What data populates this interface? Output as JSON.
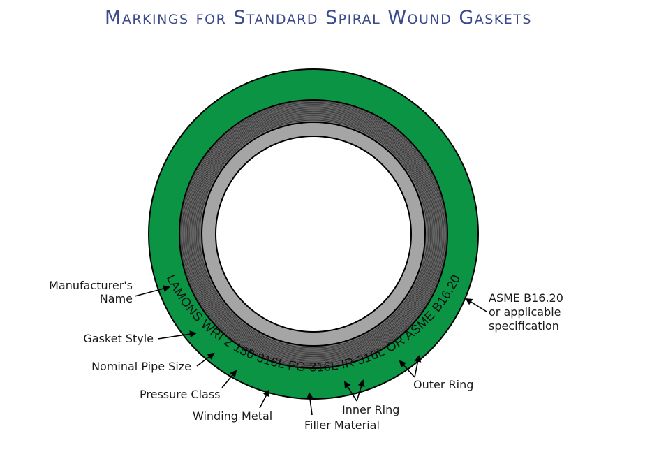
{
  "title": "Markings for Standard Spiral Wound Gaskets",
  "ring_markings": [
    "LAMONS",
    "WRI",
    "2",
    "150",
    "316L",
    "FG",
    "316L",
    "IR",
    "316L",
    "OR",
    "ASME B16.20"
  ],
  "labels": {
    "manufacturer_line1": "Manufacturer's",
    "manufacturer_line2": "Name",
    "gasket_style": "Gasket Style",
    "nominal_pipe_size": "Nominal Pipe Size",
    "pressure_class": "Pressure Class",
    "winding_metal": "Winding Metal",
    "filler_material": "Filler Material",
    "inner_ring": "Inner Ring",
    "outer_ring": "Outer Ring",
    "asme_line1": "ASME  B16.20",
    "asme_line2": "or applicable",
    "asme_line3": "specification"
  },
  "colors": {
    "outer_ring": "#0a9444",
    "winding": "#6e6e6e",
    "inner_ring": "#a5a5a6",
    "title": "#3a4a8c"
  }
}
